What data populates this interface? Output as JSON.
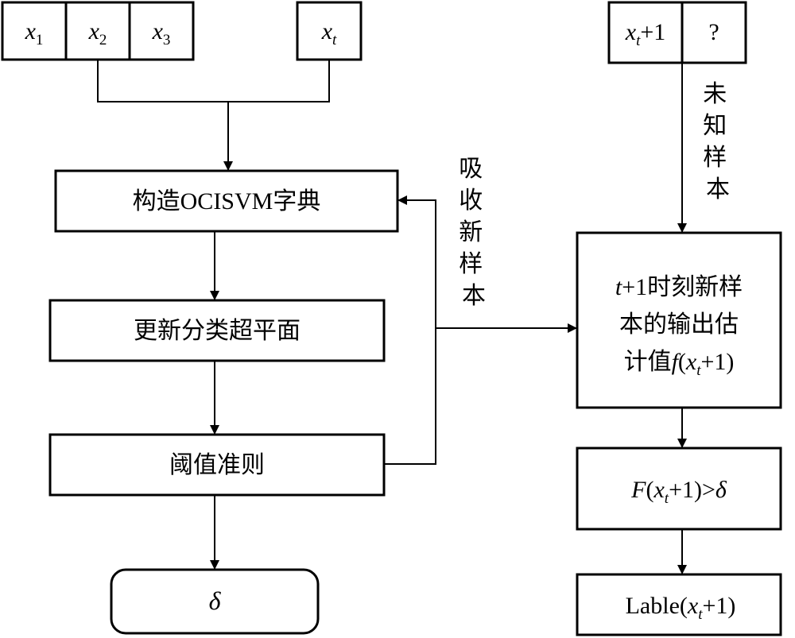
{
  "inputs": {
    "x1": {
      "base": "x",
      "sub": "1"
    },
    "x2": {
      "base": "x",
      "sub": "2"
    },
    "x3": {
      "base": "x",
      "sub": "3"
    },
    "xt": {
      "base": "x",
      "sub": "t"
    }
  },
  "new_sample": {
    "base": "x",
    "sub": "t",
    "suffix": "+1",
    "unknown": "?"
  },
  "labels": {
    "unknown_sample": [
      "未",
      "知",
      "样",
      "本"
    ],
    "absorb_new_sample": [
      "吸",
      "收",
      "新",
      "样",
      "本"
    ]
  },
  "left_flow": {
    "build_dictionary": "构造OCISVM字典",
    "update_hyperplane": "更新分类超平面",
    "threshold_rule": "阈值准则",
    "delta": "δ"
  },
  "right_flow": {
    "estimate": {
      "line1_italic": "t",
      "line1_rest": "+1时刻新样",
      "line2": "本的输出估",
      "line3_prefix": "计值",
      "line3_f": "f",
      "line3_open": "(",
      "line3_x": "x",
      "line3_sub": "t",
      "line3_close": "+1)"
    },
    "compare": {
      "F": "F",
      "open": "(",
      "x": "x",
      "sub": "t",
      "rest": "+1)>",
      "delta": "δ"
    },
    "label": {
      "prefix": "Lable(",
      "x": "x",
      "sub": "t",
      "suffix": "+1)"
    }
  }
}
